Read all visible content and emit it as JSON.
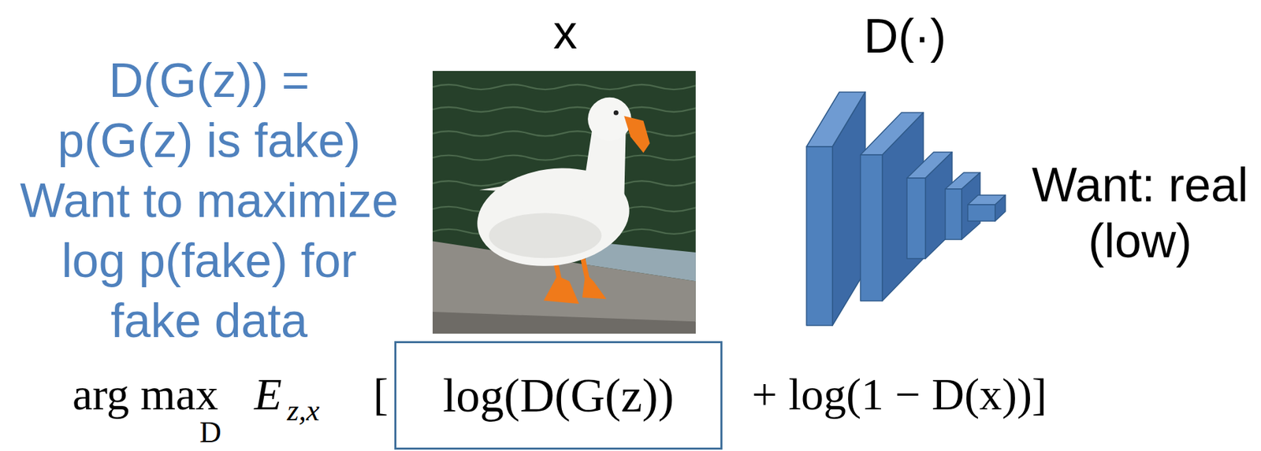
{
  "diagram": {
    "nodes": [
      {
        "text": [
          "log(D(G(z))"
        ]
      }
    ],
    "labels": [
      "x",
      "D(·)",
      "D(G(z)) = p(G(z) is fake)",
      "Want to maximize log p(fake) for fake data",
      "Want: real (low)",
      "arg max",
      "D",
      "E",
      "z,x",
      "[",
      "+ log(1 − D(x))]"
    ]
  }
}
